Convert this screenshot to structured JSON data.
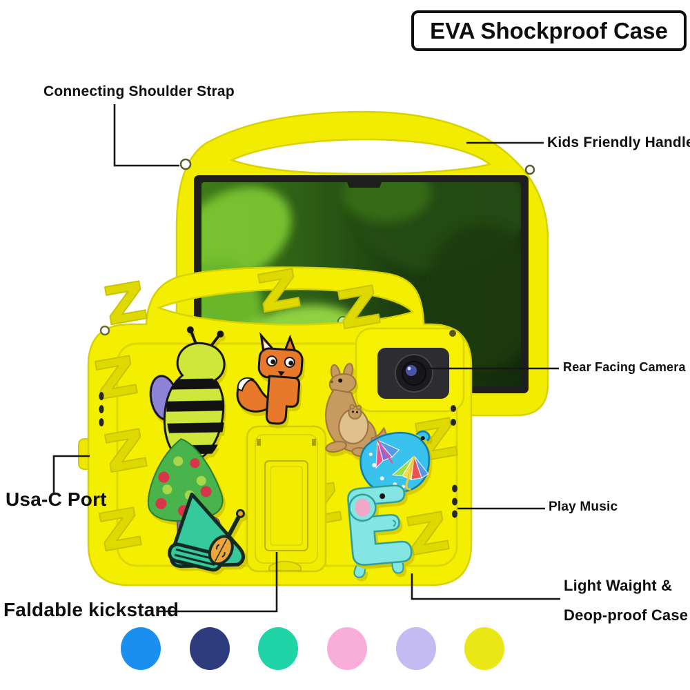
{
  "title": "EVA Shockproof Case",
  "labels": {
    "shoulder_strap": "Connecting Shoulder Strap",
    "handle": "Kids Friendly Handle",
    "rear_camera": "Rear Facing Camera",
    "usb_port": "Usa-C Port",
    "play_music": "Play Music",
    "kickstand": "Faldable kickstand",
    "lightweight_1": "Light Waight &",
    "lightweight_2": "Deop-proof Case"
  },
  "product": {
    "case_color": "#f3ee00",
    "pattern_letter": "Z",
    "charms": [
      "bee",
      "fox",
      "kangaroo",
      "apple-tree",
      "umbrella-crocodile",
      "elephant",
      "violin-triangle"
    ]
  },
  "swatches": [
    {
      "name": "blue",
      "hex": "#1a8ff0"
    },
    {
      "name": "navy",
      "hex": "#2e3c7e"
    },
    {
      "name": "mint",
      "hex": "#1fd4a6"
    },
    {
      "name": "pink",
      "hex": "#f9aeda"
    },
    {
      "name": "lavender",
      "hex": "#c5bbf3"
    },
    {
      "name": "yellow",
      "hex": "#e9e716"
    }
  ]
}
